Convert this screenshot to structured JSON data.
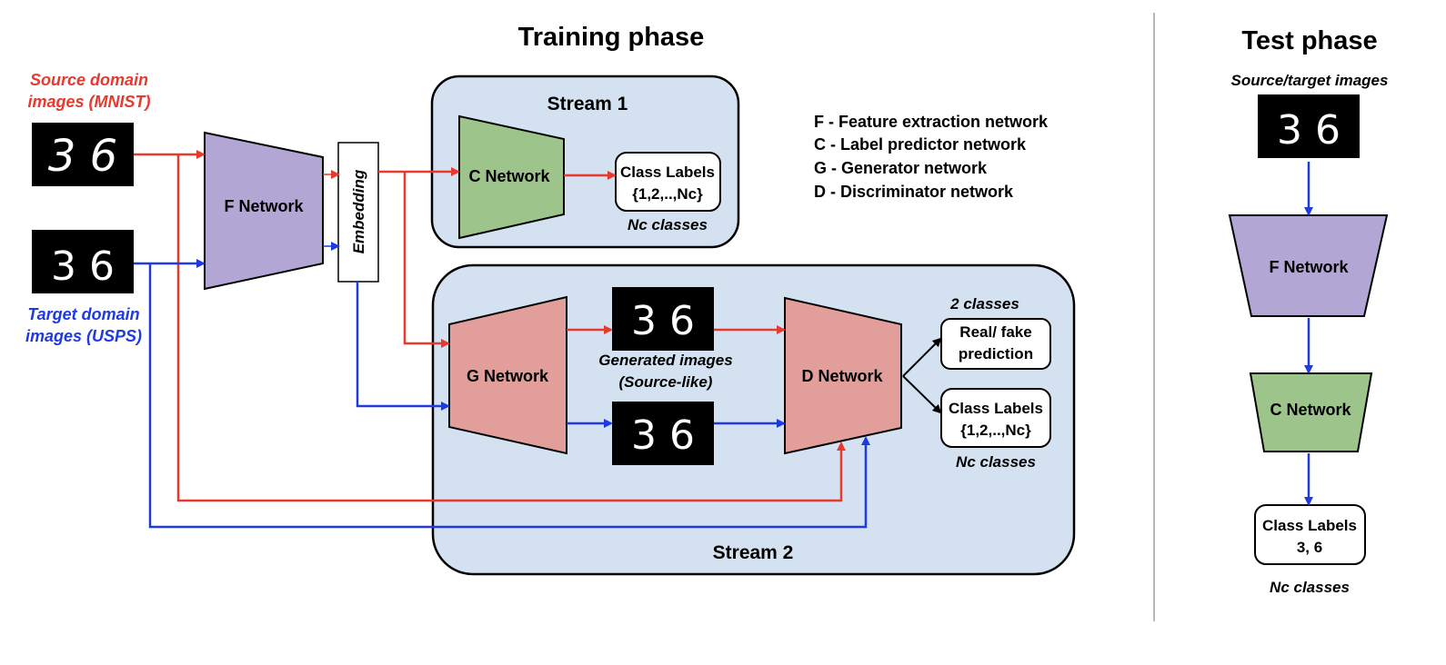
{
  "colors": {
    "source": "#e8392f",
    "target": "#1f3be0",
    "stream_fill": "#d3e1f0",
    "f_network": "#b2a6d4",
    "c_network": "#9dc48a",
    "g_d_network": "#e29e9b",
    "divider": "#b8b8b8"
  },
  "icons": [
    "digit-image",
    "arrow"
  ],
  "training": {
    "title": "Training phase",
    "source_caption_line1": "Source domain",
    "source_caption_line2": "images (MNIST)",
    "target_caption_line1": "Target domain",
    "target_caption_line2": "images (USPS)",
    "f_network": "F Network",
    "embedding": "Embedding",
    "stream1": {
      "title": "Stream 1",
      "c_network": "C Network",
      "class_labels_line1": "Class Labels",
      "class_labels_line2": "{1,2,..,Nc}",
      "classes_caption": "Nc classes"
    },
    "stream2": {
      "title": "Stream 2",
      "g_network": "G Network",
      "d_network": "D Network",
      "generated_line1": "Generated images",
      "generated_line2": "(Source-like)",
      "two_classes": "2 classes",
      "real_fake_line1": "Real/ fake",
      "real_fake_line2": "prediction",
      "class_labels_line1": "Class Labels",
      "class_labels_line2": "{1,2,..,Nc}",
      "classes_caption": "Nc classes"
    },
    "digits": "3 6"
  },
  "legend": [
    "F - Feature extraction network",
    "C - Label predictor network",
    "G - Generator network",
    "D - Discriminator network"
  ],
  "test": {
    "title": "Test phase",
    "images_caption": "Source/target images",
    "f_network": "F Network",
    "c_network": "C Network",
    "class_labels_line1": "Class Labels",
    "class_labels_line2": "3, 6",
    "classes_caption": "Nc classes"
  }
}
